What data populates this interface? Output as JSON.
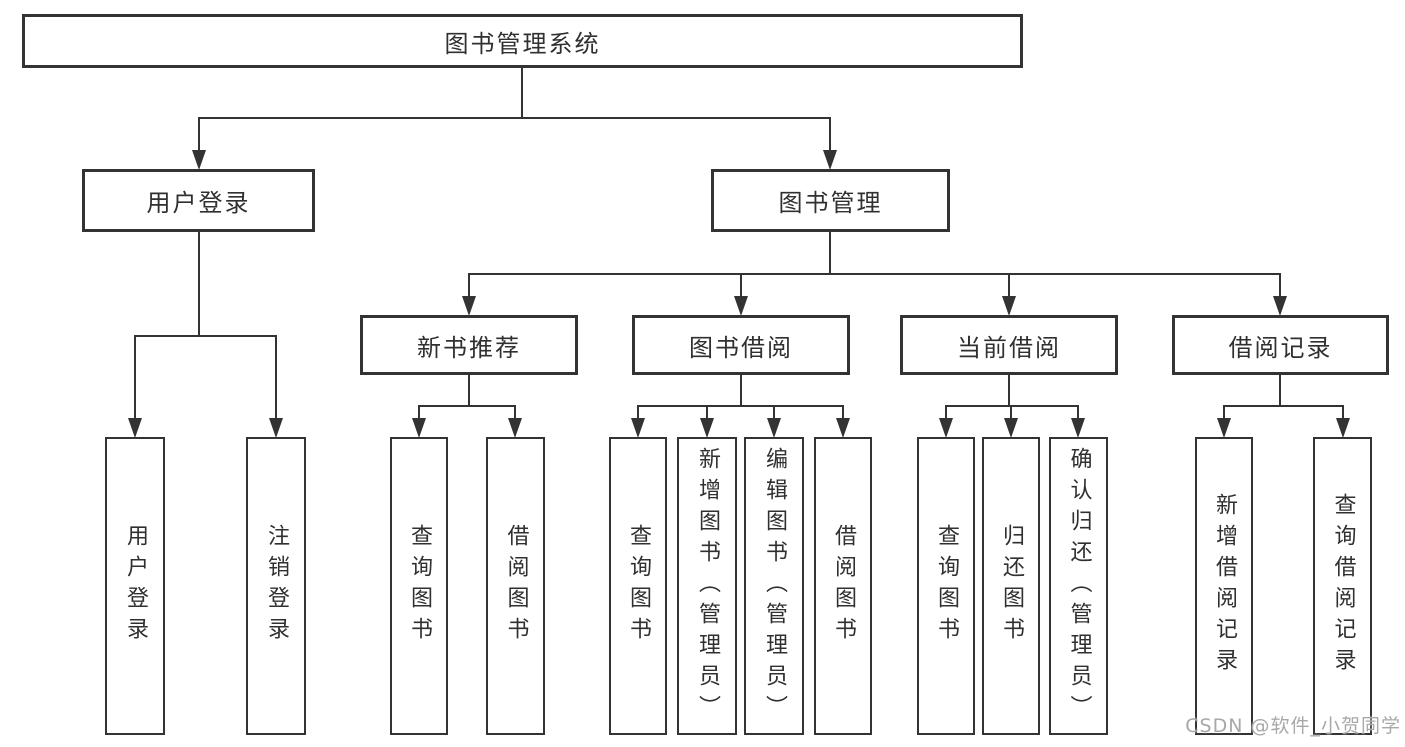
{
  "colors": {
    "line": "#333333",
    "text": "#303030",
    "watermark": "#a8a8a8",
    "background": "#ffffff"
  },
  "watermark": "CSDN @软件_小贺同学",
  "tree": {
    "label": "图书管理系统",
    "children": [
      {
        "label": "用户登录",
        "children": [
          {
            "label": "用户登录"
          },
          {
            "label": "注销登录"
          }
        ]
      },
      {
        "label": "图书管理",
        "children": [
          {
            "label": "新书推荐",
            "children": [
              {
                "label": "查询图书"
              },
              {
                "label": "借阅图书"
              }
            ]
          },
          {
            "label": "图书借阅",
            "children": [
              {
                "label": "查询图书"
              },
              {
                "label": "新增图书（管理员）"
              },
              {
                "label": "编辑图书（管理员）"
              },
              {
                "label": "借阅图书"
              }
            ]
          },
          {
            "label": "当前借阅",
            "children": [
              {
                "label": "查询图书"
              },
              {
                "label": "归还图书"
              },
              {
                "label": "确认归还（管理员）"
              }
            ]
          },
          {
            "label": "借阅记录",
            "children": [
              {
                "label": "新增借阅记录"
              },
              {
                "label": "查询借阅记录"
              }
            ]
          }
        ]
      }
    ]
  }
}
